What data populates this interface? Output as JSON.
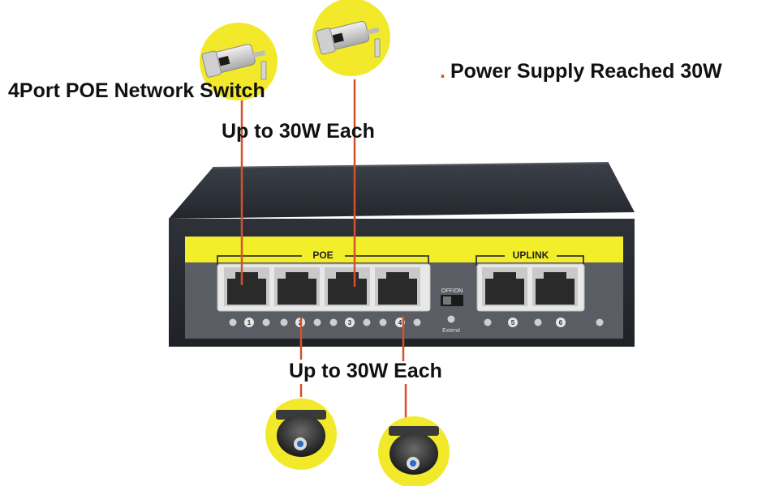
{
  "headline": "4Port POE Network Switch",
  "power_note": {
    "bullet": ".",
    "text": "Power Supply Reached 30W"
  },
  "top_caption": "Up to 30W Each",
  "bottom_caption": "Up to 30W Each",
  "device": {
    "poe_label": "POE",
    "uplink_label": "UPLINK",
    "switch_label": "OFF/ON",
    "extend_label": "Extend",
    "port_numbers": [
      "1",
      "2",
      "3",
      "4",
      "5",
      "6"
    ]
  },
  "colors": {
    "accent_yellow": "#f3ee2a",
    "cable_orange": "#d2522b",
    "body_dark": "#2b3038",
    "panel_gray": "#5a5d63"
  }
}
